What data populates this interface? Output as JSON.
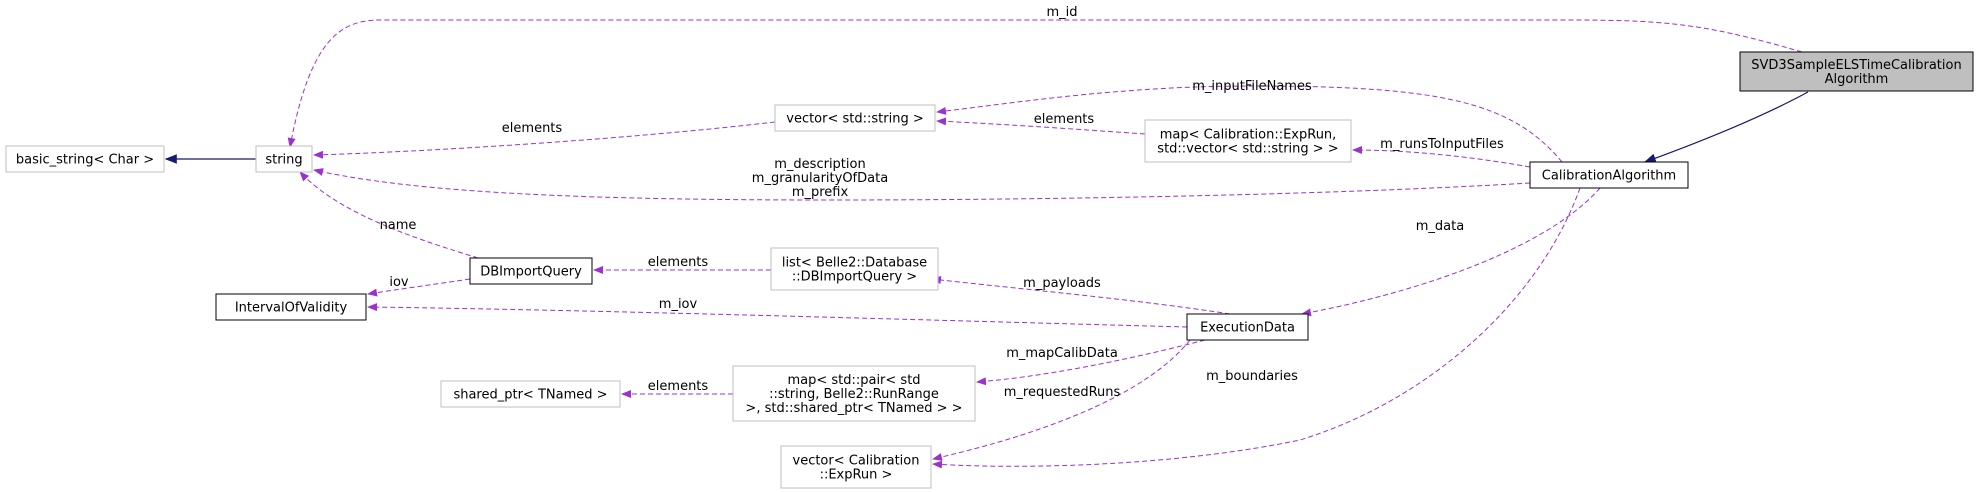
{
  "colors": {
    "usage_edge": "#9a32cd",
    "inheritance_edge": "#191970",
    "focus_fill": "#bfbfbf",
    "weak_border": "#bfbfbf"
  },
  "nodes": {
    "svd": [
      "SVD3SampleELSTimeCalibration",
      "Algorithm"
    ],
    "calib": [
      "CalibrationAlgorithm"
    ],
    "string": [
      "string"
    ],
    "basic_string": [
      "basic_string< Char >"
    ],
    "vector_string": [
      "vector< std::string >"
    ],
    "map_exprun": [
      "map< Calibration::ExpRun,",
      "std::vector< std::string > >"
    ],
    "dbimport": [
      "DBImportQuery"
    ],
    "interval": [
      "IntervalOfValidity"
    ],
    "list_db": [
      "list< Belle2::Database",
      "::DBImportQuery >"
    ],
    "execdata": [
      "ExecutionData"
    ],
    "shared_ptr": [
      "shared_ptr< TNamed >"
    ],
    "map_pair": [
      "map< std::pair< std",
      "::string, Belle2::RunRange",
      " >, std::shared_ptr< TNamed > >"
    ],
    "vector_exprun": [
      "vector< Calibration",
      "::ExpRun >"
    ]
  },
  "edge_labels": {
    "m_id": [
      "m_id"
    ],
    "m_inputFileNames": [
      "m_inputFileNames"
    ],
    "vector_elements": [
      "elements"
    ],
    "map_elements": [
      "elements"
    ],
    "m_runsToInputFiles": [
      "m_runsToInputFiles"
    ],
    "m_description": [
      "m_description",
      "m_granularityOfData",
      "m_prefix"
    ],
    "name": [
      "name"
    ],
    "iov": [
      "iov"
    ],
    "list_elements": [
      "elements"
    ],
    "m_data": [
      "m_data"
    ],
    "m_payloads": [
      "m_payloads"
    ],
    "m_iov": [
      "m_iov"
    ],
    "m_mapCalibData": [
      "m_mapCalibData"
    ],
    "shared_elements": [
      "elements"
    ],
    "m_requestedRuns": [
      "m_requestedRuns"
    ],
    "m_boundaries": [
      "m_boundaries"
    ]
  }
}
